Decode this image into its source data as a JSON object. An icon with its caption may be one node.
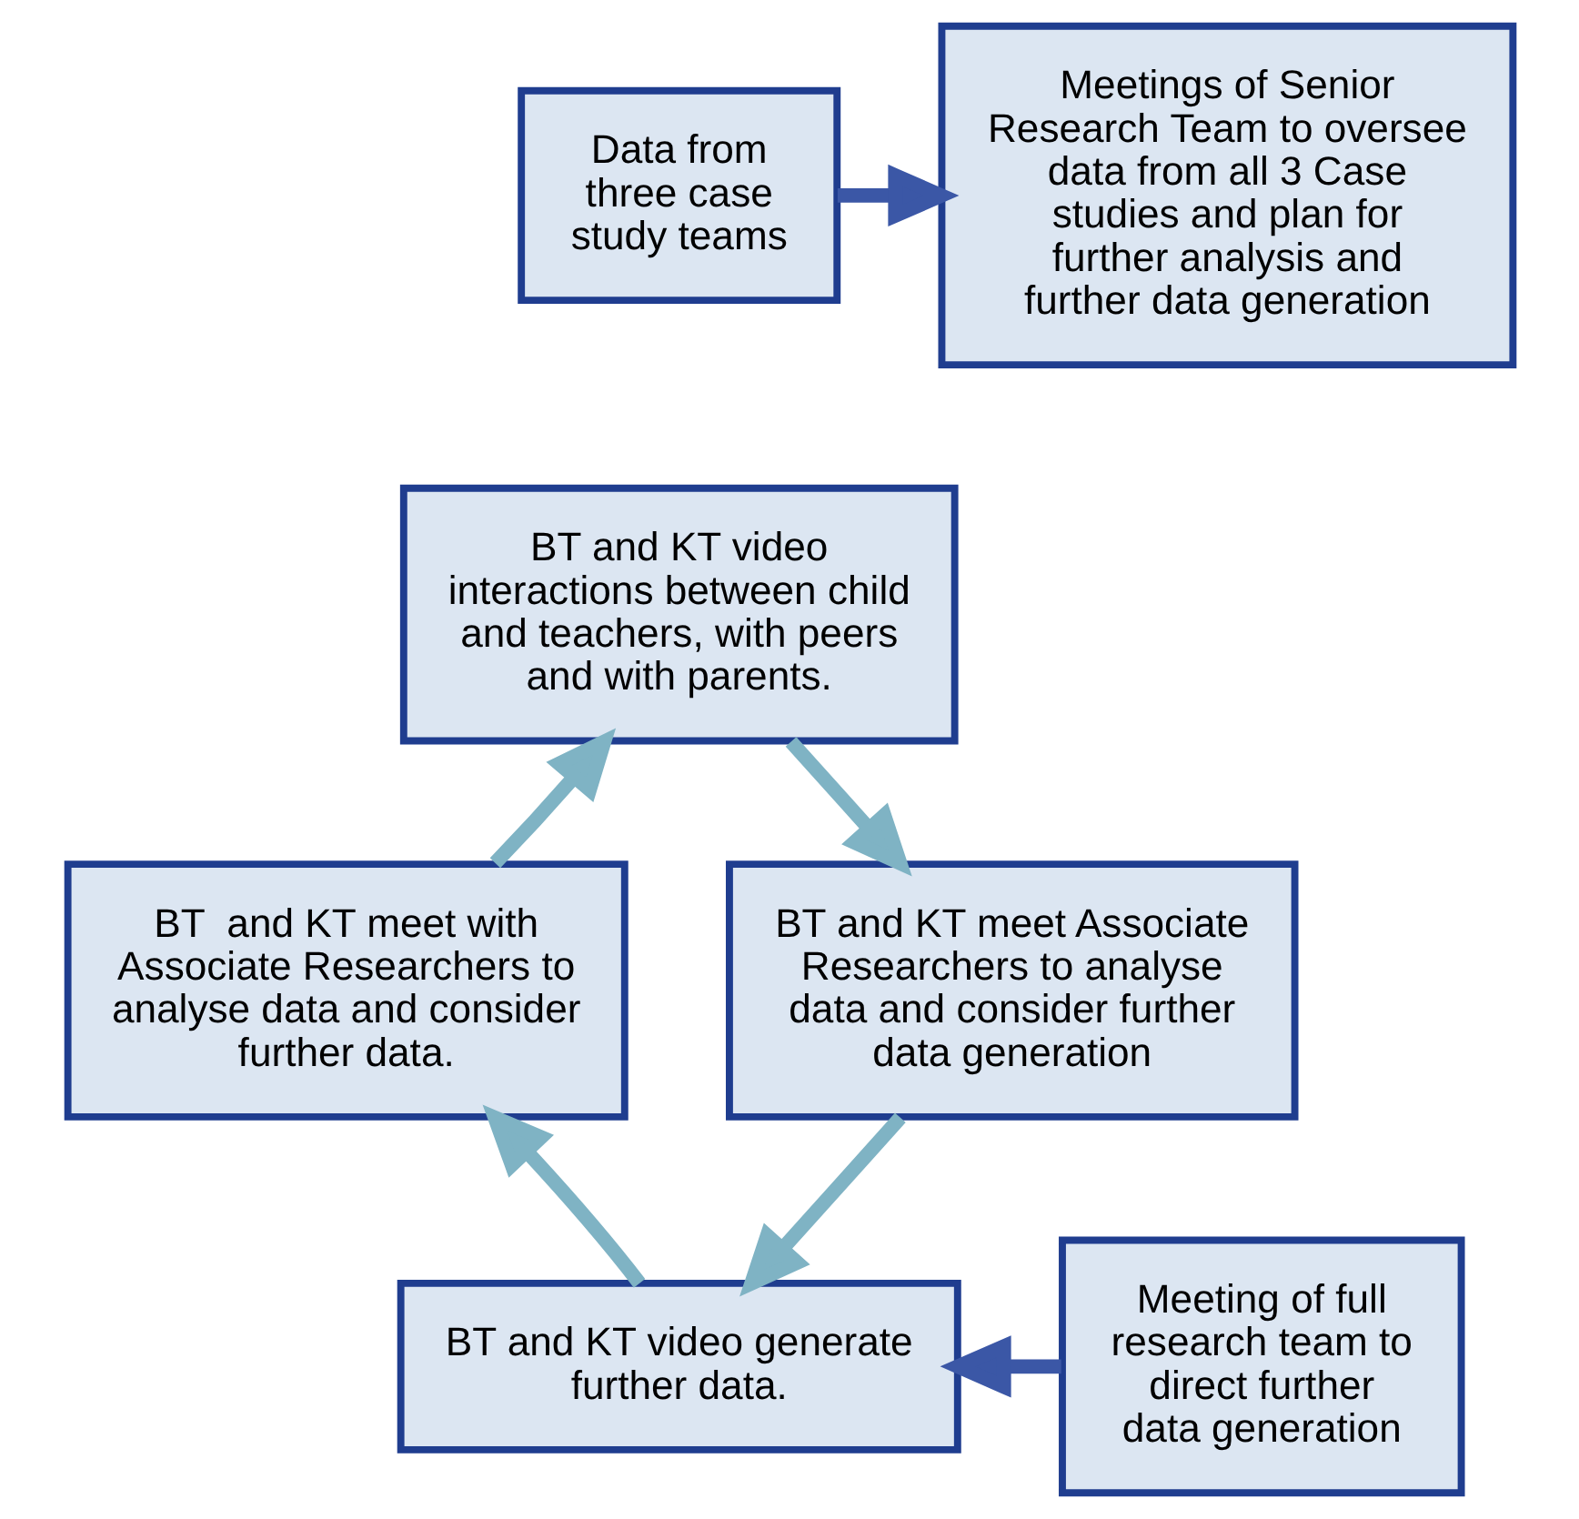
{
  "diagram": {
    "nodes": [
      {
        "text": [
          "Data from three case study teams"
        ]
      },
      {
        "text": [
          "Meetings of Senior Research Team to oversee data from all 3 Case studies and plan for further analysis and further data generation"
        ]
      },
      {
        "text": [
          "BT and KT video interactions between child and teachers, with peers and with parents."
        ]
      },
      {
        "text": [
          "BT  and KT meet with Associate Researchers to analyse data and consider further data."
        ]
      },
      {
        "text": [
          "BT and KT meet Associate Researchers to analyse data and consider further data generation"
        ]
      },
      {
        "text": [
          "BT and KT video generate further data."
        ]
      },
      {
        "text": [
          "Meeting of full research team to direct further data generation"
        ]
      }
    ],
    "edges": [
      {
        "from": 0,
        "to": 1,
        "arrow": "to",
        "color": "#3b57a6"
      },
      {
        "from": 2,
        "to": 4,
        "arrow": "to"
      },
      {
        "from": 4,
        "to": 5,
        "arrow": "to"
      },
      {
        "from": 5,
        "to": 3,
        "arrow": "to"
      },
      {
        "from": 3,
        "to": 2,
        "arrow": "to"
      },
      {
        "from": 6,
        "to": 5,
        "arrow": "to",
        "color": "#3b57a6"
      }
    ]
  }
}
